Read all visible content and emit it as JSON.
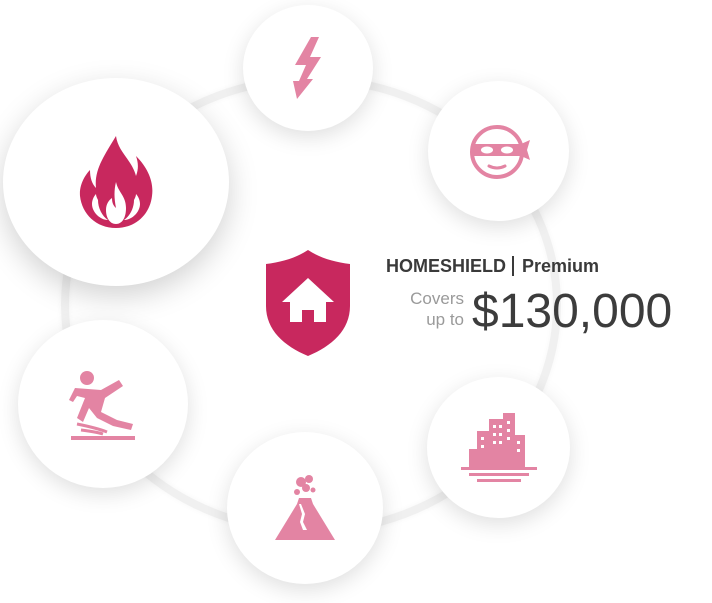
{
  "brand": {
    "name": "HOMESHIELD",
    "plan": "Premium"
  },
  "coverage": {
    "prefix_line1": "Covers",
    "prefix_line2": "up to",
    "amount": "$130,000"
  },
  "perils": [
    {
      "id": "fire",
      "icon": "fire-icon",
      "highlighted": true
    },
    {
      "id": "lightning",
      "icon": "lightning-icon"
    },
    {
      "id": "burglary",
      "icon": "thief-mask-icon"
    },
    {
      "id": "slip-and-fall",
      "icon": "slip-fall-icon"
    },
    {
      "id": "volcano",
      "icon": "volcano-icon"
    },
    {
      "id": "flood-city",
      "icon": "flooded-city-icon"
    }
  ],
  "colors": {
    "primary": "#c8285e",
    "icon_pink": "#e384a3",
    "ring": "#f0f0f0",
    "text_dark": "#3a3a3a",
    "text_muted": "#9a9a9a"
  }
}
